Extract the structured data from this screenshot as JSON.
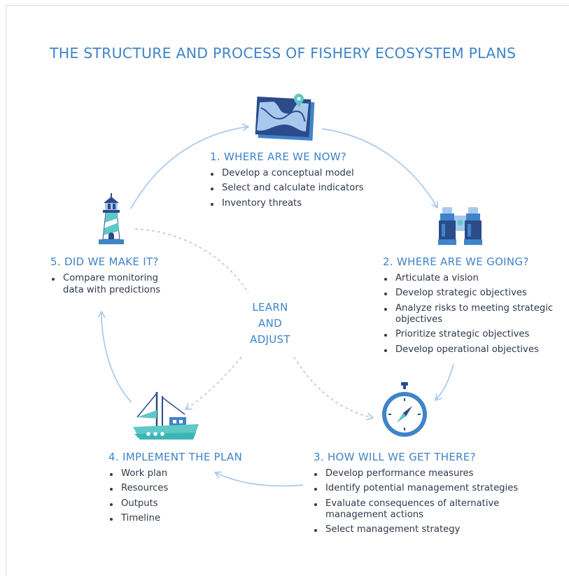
{
  "title": "THE STRUCTURE AND PROCESS OF FISHERY ECOSYSTEM PLANS",
  "center_label": [
    "LEARN",
    "AND",
    "ADJUST"
  ],
  "steps": [
    {
      "heading": "1. WHERE ARE WE NOW?",
      "icon": "map-icon",
      "items": [
        "Develop a conceptual model",
        "Select and calculate indicators",
        "Inventory threats"
      ]
    },
    {
      "heading": "2. WHERE ARE WE GOING?",
      "icon": "binoculars-icon",
      "items": [
        "Articulate a vision",
        "Develop strategic objectives",
        "Analyze risks to meeting strategic objectives",
        "Prioritize strategic objectives",
        "Develop operational objectives"
      ]
    },
    {
      "heading": "3. HOW WILL WE GET THERE?",
      "icon": "compass-icon",
      "items": [
        "Develop performance measures",
        "Identify potential management strategies",
        "Evaluate consequences of alternative management actions",
        "Select management strategy"
      ]
    },
    {
      "heading": "4. IMPLEMENT THE PLAN",
      "icon": "fishing-boat-icon",
      "items": [
        "Work plan",
        "Resources",
        "Outputs",
        "Timeline"
      ]
    },
    {
      "heading": "5. DID WE MAKE IT?",
      "icon": "lighthouse-icon",
      "items": [
        "Compare monitoring data with predictions"
      ]
    }
  ],
  "colors": {
    "heading": "#3f84c9",
    "arrow": "#a9c9ee",
    "text": "#2f3a4a",
    "navy": "#2b4b8a",
    "teal": "#5ec8c6",
    "light_blue": "#a8c8ee"
  }
}
